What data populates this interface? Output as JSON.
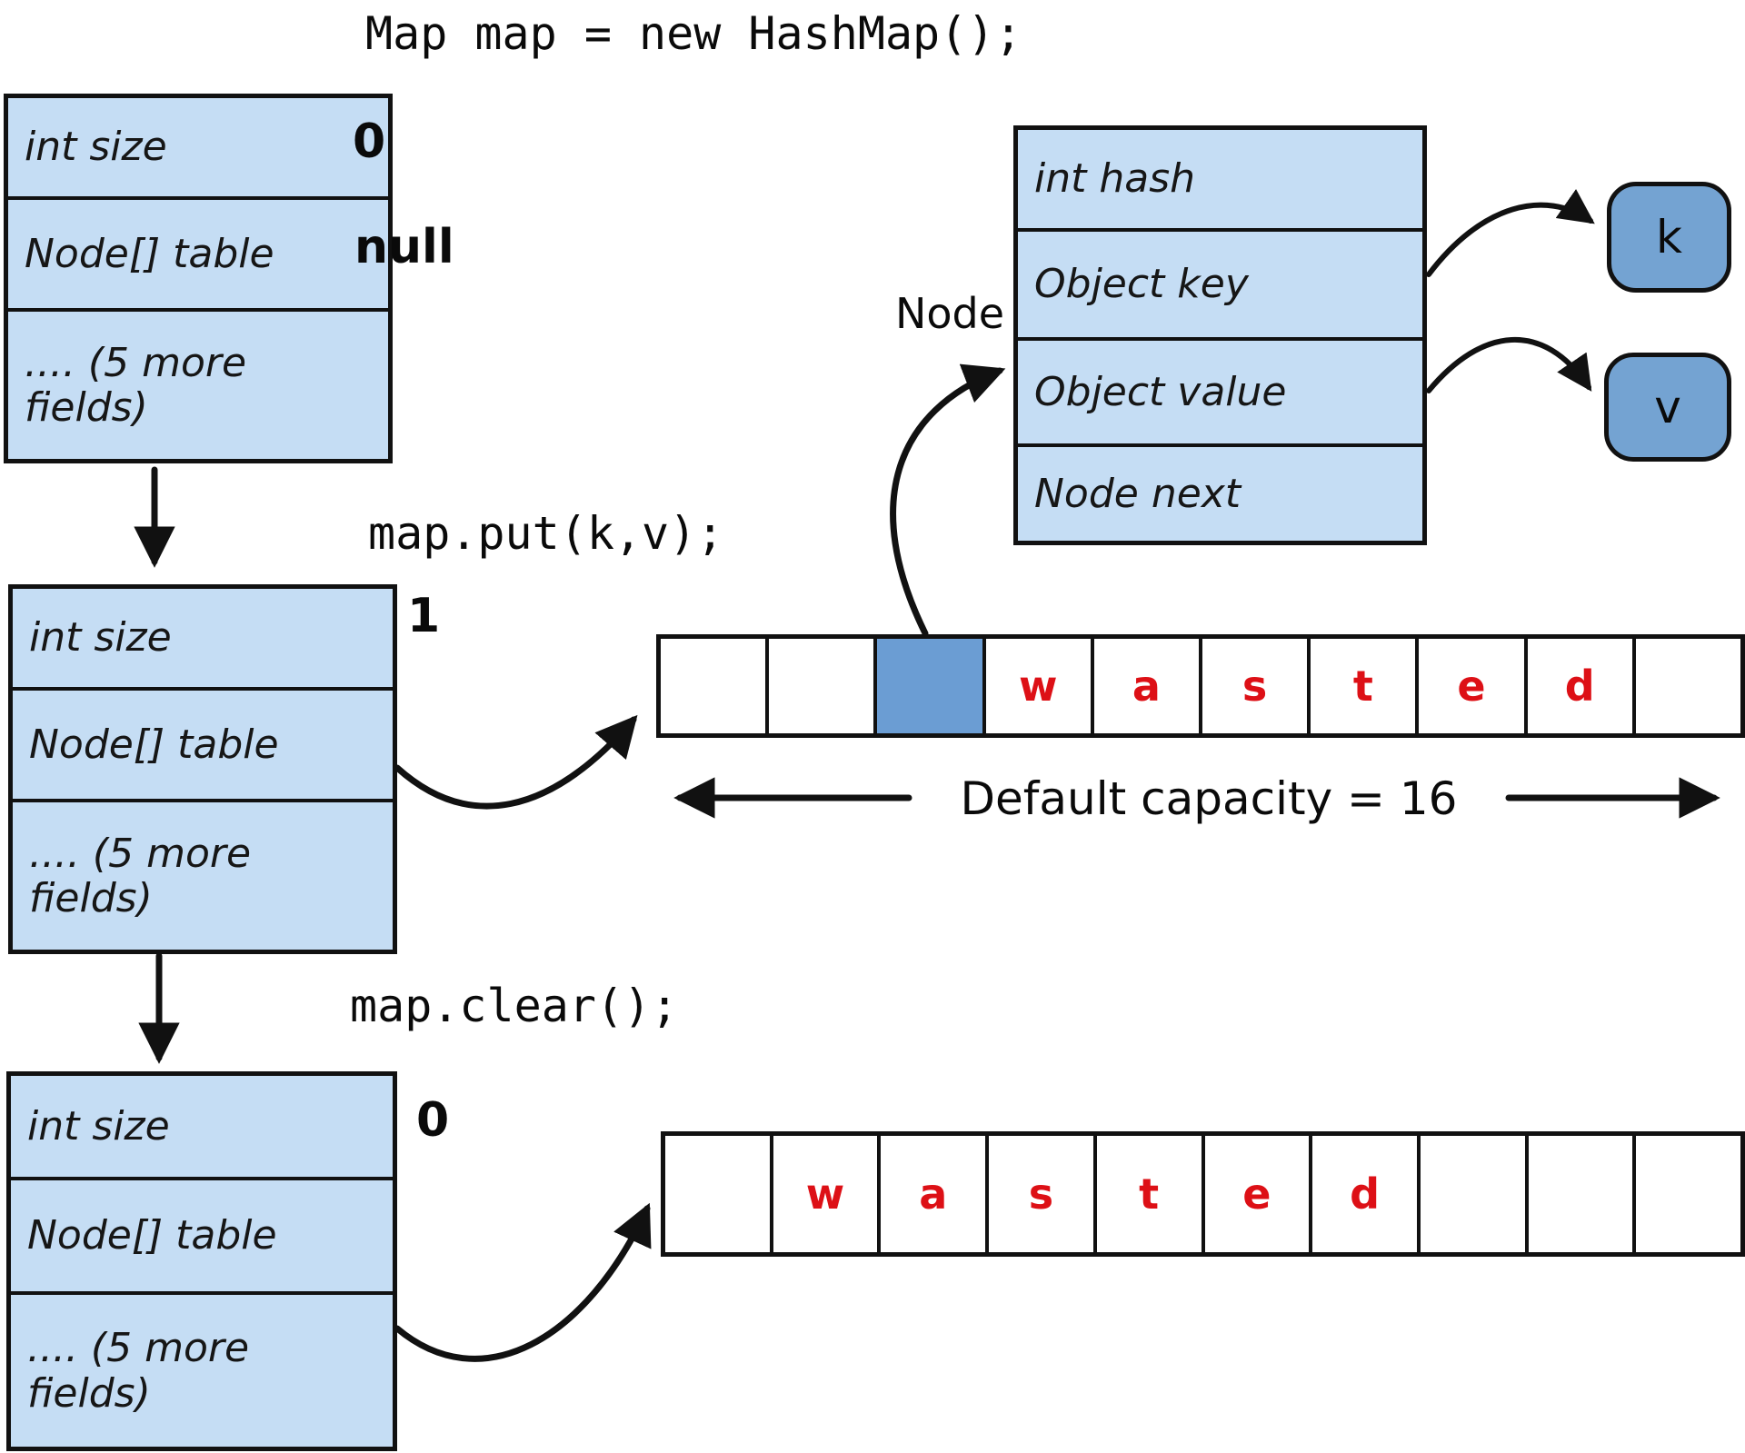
{
  "title": "Map map = new HashMap();",
  "colors": {
    "box-fill": "#c5ddf4",
    "cell-blue": "#6b9dd3",
    "kv-fill": "#74a3d2",
    "letter-red": "#dd1016",
    "ink": "#111111"
  },
  "states": [
    {
      "fields": {
        "size": "int size",
        "table": "Node[] table",
        "more_line1": ".... (5 more",
        "more_line2": "fields)"
      },
      "size_value": "0",
      "table_value": "null"
    },
    {
      "fields": {
        "size": "int size",
        "table": "Node[] table",
        "more_line1": ".... (5 more",
        "more_line2": "fields)"
      },
      "size_value": "1"
    },
    {
      "fields": {
        "size": "int size",
        "table": "Node[] table",
        "more_line1": ".... (5 more",
        "more_line2": "fields)"
      },
      "size_value": "0"
    }
  ],
  "operations": {
    "put": "map.put(k,v);",
    "clear": "map.clear();"
  },
  "node_box": {
    "label": "Node",
    "fields": {
      "hash": "int hash",
      "key": "Object key",
      "value": "Object value",
      "next": "Node next"
    }
  },
  "key_ref": "k",
  "value_ref": "v",
  "arrays": {
    "middle": {
      "cells": [
        "",
        "",
        "",
        "w",
        "a",
        "s",
        "t",
        "e",
        "d",
        ""
      ],
      "blue_index": 2,
      "caption": "Default capacity = 16"
    },
    "bottom": {
      "cells": [
        "",
        "w",
        "a",
        "s",
        "t",
        "e",
        "d",
        "",
        "",
        ""
      ]
    }
  }
}
